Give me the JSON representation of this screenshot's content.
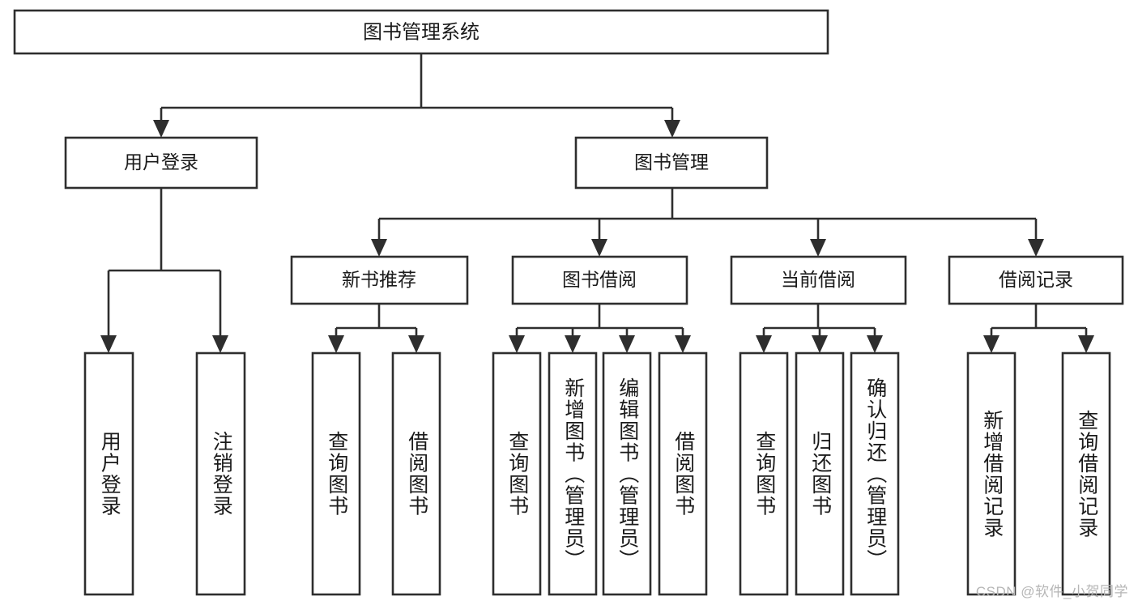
{
  "diagram": {
    "title": "图书管理系统",
    "type": "tree",
    "root": {
      "label": "图书管理系统"
    },
    "level2": [
      {
        "label": "用户登录"
      },
      {
        "label": "图书管理"
      }
    ],
    "level3": [
      {
        "label": "新书推荐"
      },
      {
        "label": "图书借阅"
      },
      {
        "label": "当前借阅"
      },
      {
        "label": "借阅记录"
      }
    ],
    "leaves": {
      "user_login": [
        {
          "label": "用户登录"
        },
        {
          "label": "注销登录"
        }
      ],
      "new_book_recommend": [
        {
          "label": "查询图书"
        },
        {
          "label": "借阅图书"
        }
      ],
      "book_borrow": [
        {
          "label": "查询图书"
        },
        {
          "label": "新增图书（管理员）"
        },
        {
          "label": "编辑图书（管理员）"
        },
        {
          "label": "借阅图书"
        }
      ],
      "current_borrow": [
        {
          "label": "查询图书"
        },
        {
          "label": "归还图书"
        },
        {
          "label": "确认归还（管理员）"
        }
      ],
      "borrow_record": [
        {
          "label": "新增借阅记录"
        },
        {
          "label": "查询借阅记录"
        }
      ]
    }
  },
  "watermark": {
    "text": "CSDN @软件_小贺同学"
  },
  "colors": {
    "stroke": "#2e2e2e",
    "fill": "#ffffff",
    "text": "#1a1a1a",
    "watermark": "#b6b6b6"
  }
}
